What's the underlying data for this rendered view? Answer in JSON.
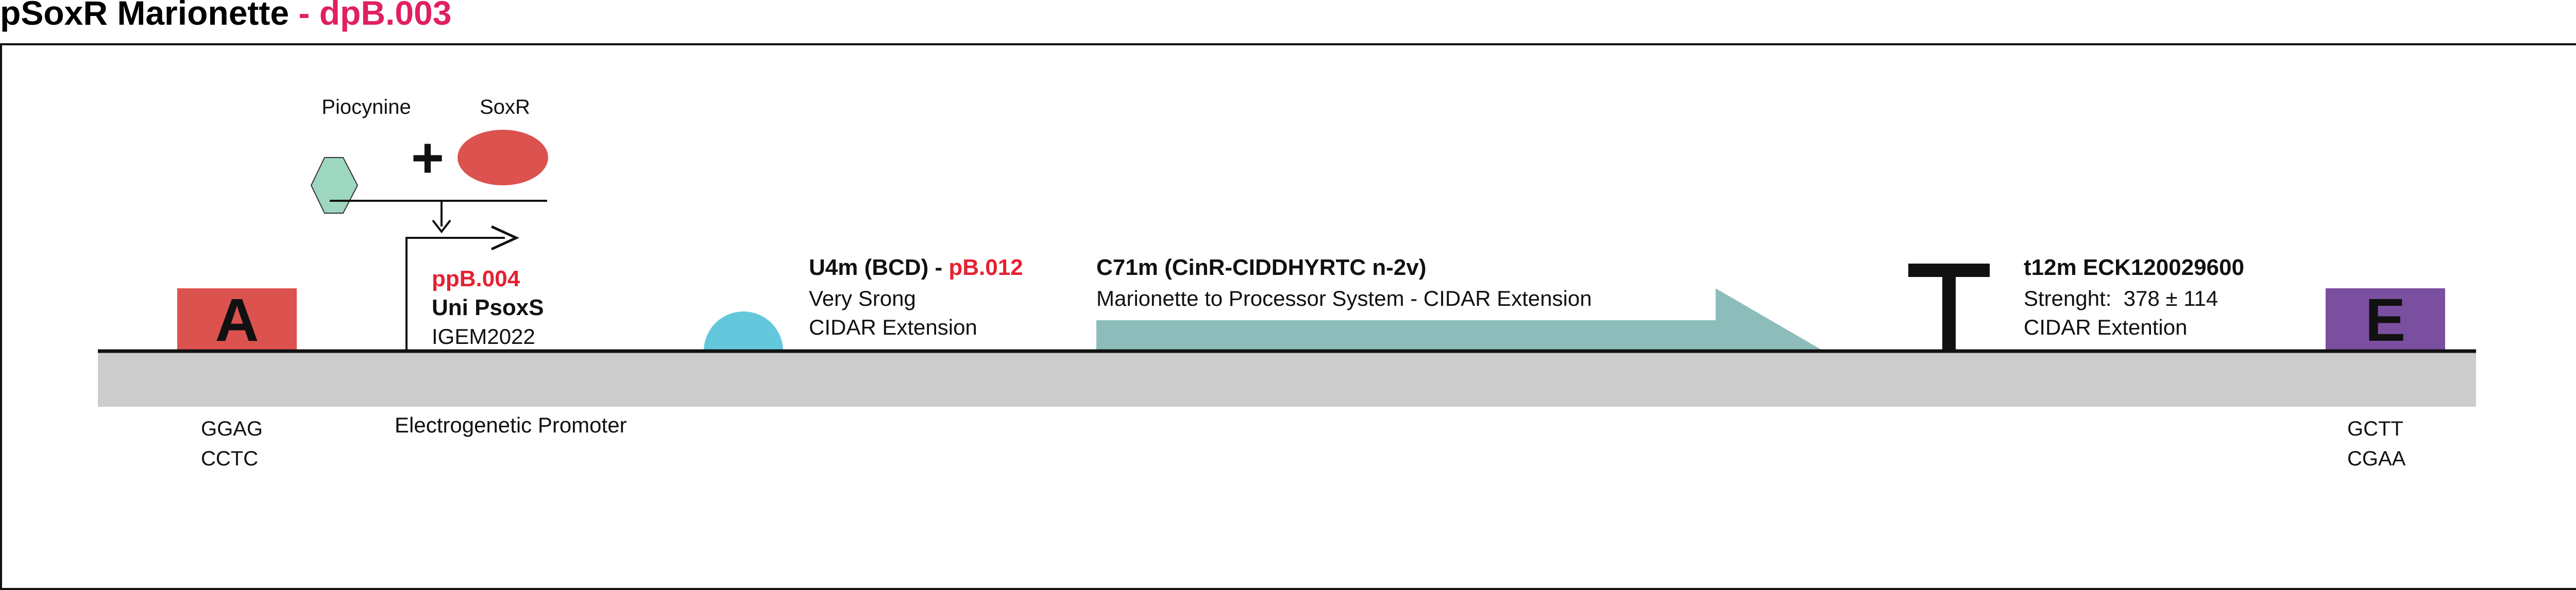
{
  "title": {
    "name": "pSoxR Marionette",
    "id": " - dpB.003"
  },
  "colors": {
    "black": "#111111",
    "red_text": "#e6202f",
    "pink_id": "#e0205f",
    "part_a": "#dc524f",
    "part_e": "#7b4fa0",
    "backbone": "#cccccc",
    "piocynine": "#9dd7c0",
    "soxr": "#dc524f",
    "rbs": "#64c8dc",
    "cds": "#8dbdbb"
  },
  "inducer": {
    "piocynine_label": "Piocynine",
    "soxr_label": "SoxR",
    "plus": "+"
  },
  "part_a": {
    "letter": "A",
    "overhang_top": "GGAG",
    "overhang_bottom": "CCTC"
  },
  "promoter": {
    "id": "ppB.004",
    "name": "Uni PsoxS",
    "source": "IGEM2022",
    "type_label": "Electrogenetic Promoter"
  },
  "rbs": {
    "name": "U4m (BCD)",
    "separator": " - ",
    "id": "pB.012",
    "desc": "Very Srong",
    "source": "CIDAR Extension"
  },
  "cds": {
    "name": "C71m (CinR-CIDDHYRTC n-2v)",
    "desc": "Marionette to Processor System - CIDAR Extension"
  },
  "terminator": {
    "name": "t12m ECK120029600",
    "strength": "Strenght:  378 ± 114",
    "source": "CIDAR Extention"
  },
  "part_e": {
    "letter": "E",
    "overhang_top": "GCTT",
    "overhang_bottom": "CGAA"
  }
}
